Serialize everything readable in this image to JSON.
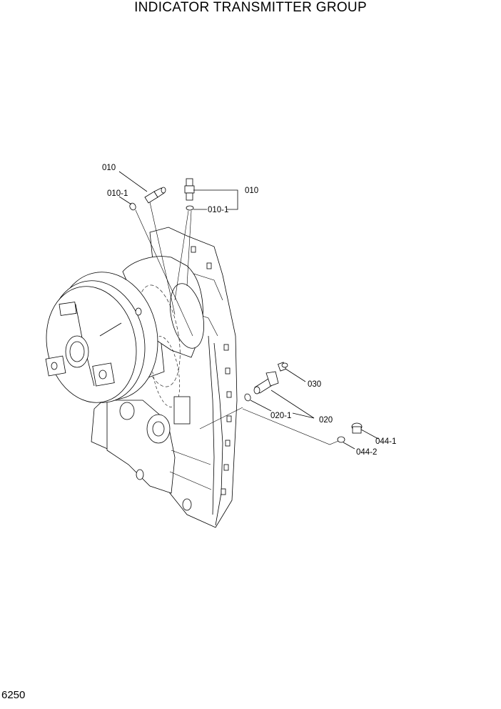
{
  "title": "INDICATOR TRANSMITTER GROUP",
  "page_number": "6250",
  "callouts": [
    {
      "id": "c1",
      "text": "010"
    },
    {
      "id": "c2",
      "text": "010-1"
    },
    {
      "id": "c3",
      "text": "010"
    },
    {
      "id": "c4",
      "text": "010-1"
    },
    {
      "id": "c5",
      "text": "030"
    },
    {
      "id": "c6",
      "text": "020-1"
    },
    {
      "id": "c7",
      "text": "020"
    },
    {
      "id": "c8",
      "text": "044-1"
    },
    {
      "id": "c9",
      "text": "044-2"
    }
  ]
}
